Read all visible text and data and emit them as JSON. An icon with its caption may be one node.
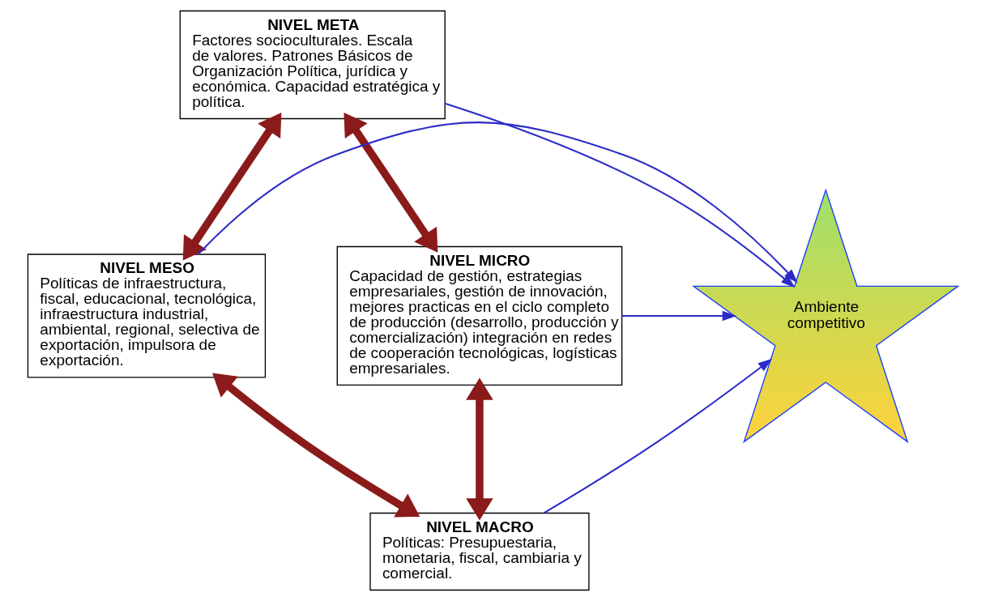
{
  "diagram": {
    "nodes": [
      {
        "text": [
          "NIVEL META",
          "Factores socioculturales. Escala de valores. Patrones Básicos de Organización Política, jurídica y económica. Capacidad estratégica y política."
        ]
      },
      {
        "text": [
          "NIVEL MICRO",
          "Capacidad de gestión, estrategias empresariales, gestión de innovación, mejores practicas en el ciclo completo de producción (desarrollo, producción y comercialización) integración en redes de cooperación tecnológicas, logísticas empresariales."
        ]
      },
      {
        "text": [
          "Ambiente competitivo"
        ]
      },
      {
        "text": [
          "NIVEL MESO",
          "Políticas de infraestructura, fiscal, educacional, tecnológica, infraestructura industrial, ambiental, regional, selectiva de exportación, impulsora de exportación."
        ]
      },
      {
        "text": [
          "NIVEL MACRO",
          "Políticas: Presupuestaria, monetaria, fiscal, cambiaria y comercial."
        ]
      }
    ],
    "edges": [
      {
        "from": 0,
        "to": 2,
        "arrow": "to"
      },
      {
        "from": 1,
        "to": 2,
        "arrow": "to"
      },
      {
        "from": 3,
        "to": 2,
        "arrow": "to"
      },
      {
        "from": 4,
        "to": 2,
        "arrow": "to"
      },
      {
        "from": 1,
        "to": 0,
        "arrow": "both",
        "style": "thick",
        "color": "#8b1a1a"
      },
      {
        "from": 0,
        "to": 3,
        "arrow": "both",
        "style": "thick",
        "color": "#8b1a1a"
      },
      {
        "from": 1,
        "to": 4,
        "arrow": "both",
        "style": "thick",
        "color": "#8b1a1a"
      },
      {
        "from": 4,
        "to": 3,
        "arrow": "both",
        "style": "thick",
        "color": "#8b1a1a"
      }
    ]
  }
}
